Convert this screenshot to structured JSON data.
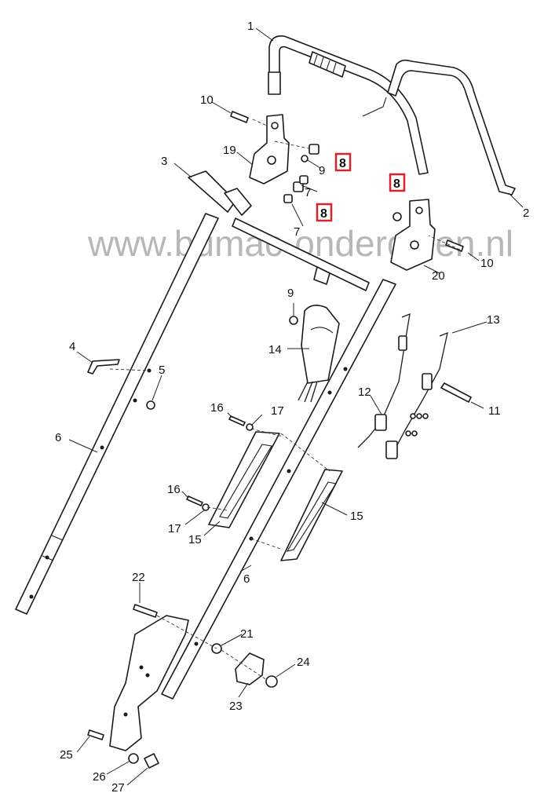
{
  "watermark": "www.bumac-onderdelen.nl",
  "highlight_color": "#d9232d",
  "labels": {
    "p1": "1",
    "p2": "2",
    "p3": "3",
    "p4": "4",
    "p5": "5",
    "p6a": "6",
    "p6b": "6",
    "p7a": "7",
    "p7b": "7",
    "p8a": "8",
    "p8b": "8",
    "p8c": "8",
    "p9a": "9",
    "p9b": "9",
    "p10a": "10",
    "p10b": "10",
    "p11": "11",
    "p12": "12",
    "p13": "13",
    "p14": "14",
    "p15a": "15",
    "p15b": "15",
    "p16a": "16",
    "p16b": "16",
    "p17a": "17",
    "p17b": "17",
    "p19": "19",
    "p20": "20",
    "p21": "21",
    "p22": "22",
    "p23": "23",
    "p24": "24",
    "p25": "25",
    "p26": "26",
    "p27": "27"
  }
}
